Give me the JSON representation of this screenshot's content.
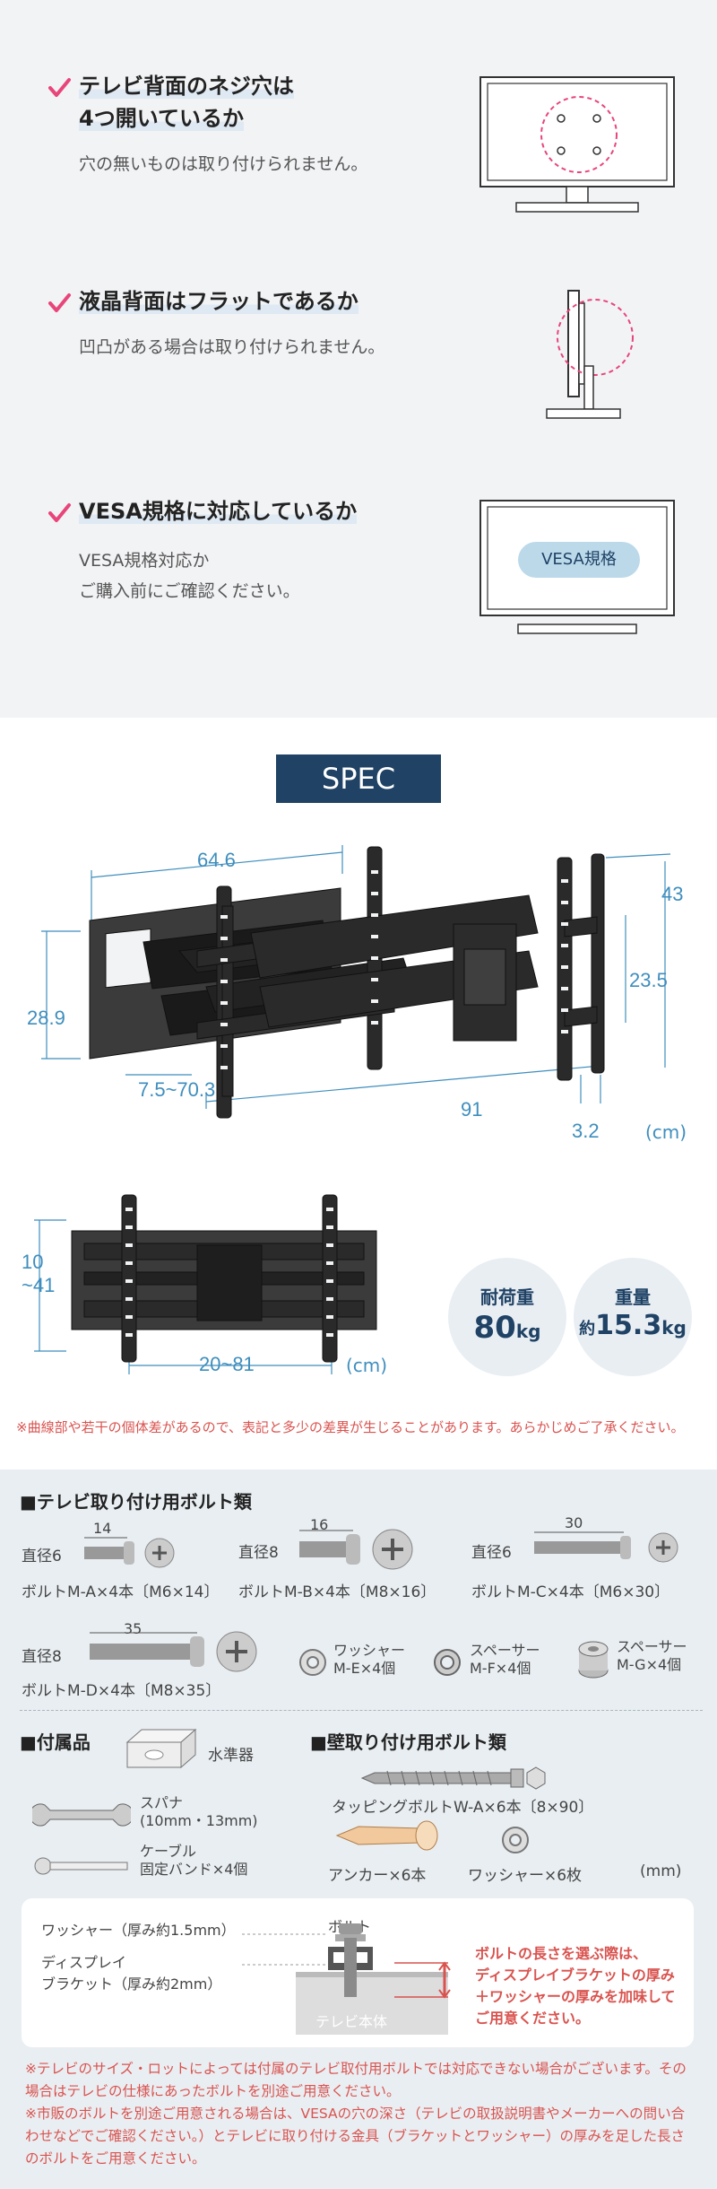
{
  "checks": [
    {
      "title_lines": [
        "テレビ背面のネジ穴は",
        "4つ開いているか"
      ],
      "desc_lines": [
        "穴の無いものは取り付けられません。"
      ]
    },
    {
      "title_lines": [
        "液晶背面はフラットであるか"
      ],
      "desc_lines": [
        "凹凸がある場合は取り付けられません。"
      ]
    },
    {
      "title_lines": [
        "VESA規格に対応しているか"
      ],
      "desc_lines": [
        "VESA規格対応か",
        "ご購入前にご確認ください。"
      ]
    }
  ],
  "vesa_badge": "VESA規格",
  "spec": {
    "title": "SPEC",
    "dims": {
      "width_top": "64.6",
      "height_left": "28.9",
      "reach": "7.5~70.3",
      "width_plate": "91",
      "thickness": "3.2",
      "height_right": "43",
      "plate_h": "23.5",
      "height_front": "10\n~41",
      "width_front": "20~81"
    },
    "unit": "(cm)",
    "load": {
      "label": "耐荷重",
      "value": "80",
      "unit": "kg"
    },
    "weight": {
      "label": "重量",
      "prefix": "約",
      "value": "15.3",
      "unit": "kg"
    },
    "note": "※曲線部や若干の個体差があるので、表記と多少の差異が生じることがあります。あらかじめご了承ください。"
  },
  "parts": {
    "tv_bolts_heading": "■テレビ取り付け用ボルト類",
    "bolts": [
      {
        "dia": "直径6",
        "len": "14",
        "caption": "ボルトM-A×4本〔M6×14〕"
      },
      {
        "dia": "直径8",
        "len": "16",
        "caption": "ボルトM-B×4本〔M8×16〕"
      },
      {
        "dia": "直径6",
        "len": "30",
        "caption": "ボルトM-C×4本〔M6×30〕"
      },
      {
        "dia": "直径8",
        "len": "35",
        "caption": "ボルトM-D×4本〔M8×35〕"
      }
    ],
    "washer_e": "ワッシャー\nM-E×4個",
    "spacer_f": "スペーサー\nM-F×4個",
    "spacer_g": "スペーサー\nM-G×4個",
    "accessories_heading": "■付属品",
    "level": "水準器",
    "spanner": "スパナ\n(10mm・13mm)",
    "cable": "ケーブル\n固定バンド×4個",
    "wall_heading": "■壁取り付け用ボルト類",
    "tapping": "タッピングボルトW-A×6本〔8×90〕",
    "anchor": "アンカー×6本",
    "washer6": "ワッシャー×6枚",
    "unit_mm": "(mm)"
  },
  "diagram": {
    "washer": "ワッシャー（厚み約1.5mm）",
    "bolt": "ボルト",
    "bracket": "ディスプレイ\nブラケット（厚み約2mm）",
    "tv_body": "テレビ本体",
    "advice": "ボルトの長さを選ぶ際は、\nディスプレイブラケットの厚み\n＋ワッシャーの厚みを加味して\nご用意ください。"
  },
  "footnote": "※テレビのサイズ・ロットによっては付属のテレビ取付用ボルトでは対応できない場合がございます。その場合はテレビの仕様にあったボルトを別途ご用意ください。\n※市販のボルトを別途ご用意される場合は、VESAの穴の深さ（テレビの取扱説明書やメーカーへの問い合わせなどでご確認ください。）とテレビに取り付ける金具（ブラケットとワッシャー）の厚みを足した長さのボルトをご用意ください。",
  "colors": {
    "navy": "#1f4265",
    "dim_blue": "#3f8ebd",
    "pink": "#e8457a",
    "red": "#d9534f"
  }
}
